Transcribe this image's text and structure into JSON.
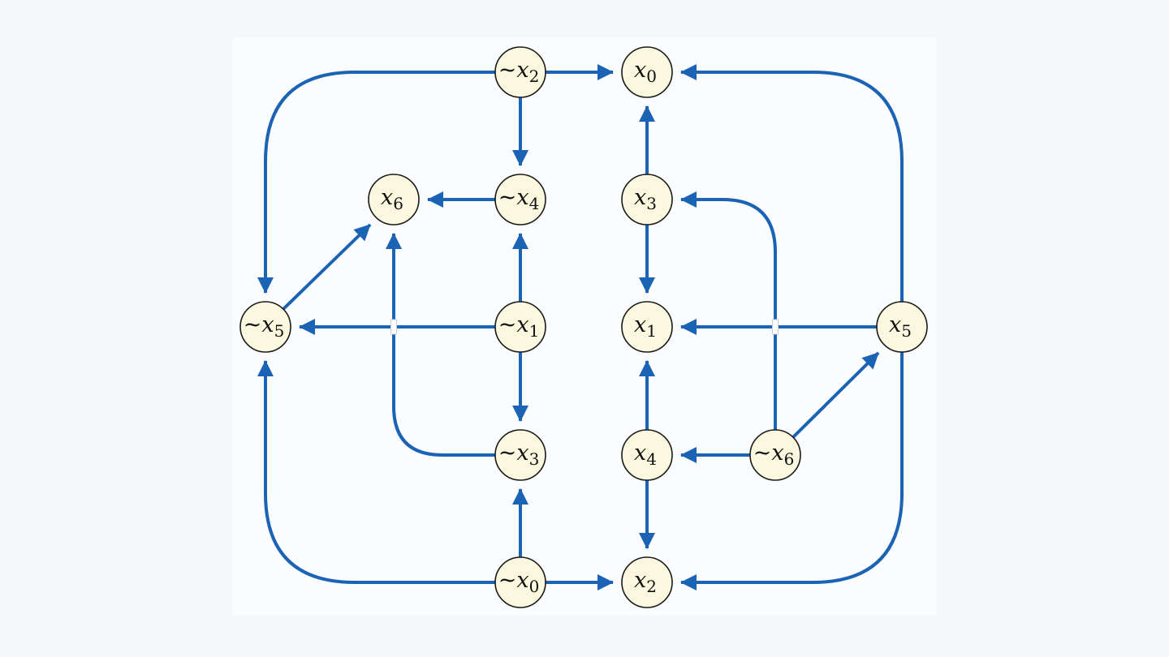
{
  "colors": {
    "edge": "#1b63b4",
    "node_fill": "#fbf8e0",
    "node_stroke": "#1a1a1a"
  },
  "nodes": [
    {
      "id": "nx2",
      "var": "x",
      "sub": "2",
      "negated": true
    },
    {
      "id": "x0",
      "var": "x",
      "sub": "0",
      "negated": false
    },
    {
      "id": "x6",
      "var": "x",
      "sub": "6",
      "negated": false
    },
    {
      "id": "nx4",
      "var": "x",
      "sub": "4",
      "negated": true
    },
    {
      "id": "x3",
      "var": "x",
      "sub": "3",
      "negated": false
    },
    {
      "id": "nx5",
      "var": "x",
      "sub": "5",
      "negated": true
    },
    {
      "id": "nx1",
      "var": "x",
      "sub": "1",
      "negated": true
    },
    {
      "id": "x1",
      "var": "x",
      "sub": "1",
      "negated": false
    },
    {
      "id": "x5",
      "var": "x",
      "sub": "5",
      "negated": false
    },
    {
      "id": "nx3",
      "var": "x",
      "sub": "3",
      "negated": true
    },
    {
      "id": "x4",
      "var": "x",
      "sub": "4",
      "negated": false
    },
    {
      "id": "nx6",
      "var": "x",
      "sub": "6",
      "negated": true
    },
    {
      "id": "nx0",
      "var": "x",
      "sub": "0",
      "negated": true
    },
    {
      "id": "x2",
      "var": "x",
      "sub": "2",
      "negated": false
    }
  ],
  "edges": [
    {
      "from": "nx2",
      "to": "x0"
    },
    {
      "from": "nx2",
      "to": "nx4"
    },
    {
      "from": "nx2",
      "to": "nx5"
    },
    {
      "from": "nx4",
      "to": "x6"
    },
    {
      "from": "nx1",
      "to": "nx4"
    },
    {
      "from": "nx1",
      "to": "nx5"
    },
    {
      "from": "nx1",
      "to": "nx3"
    },
    {
      "from": "nx5",
      "to": "x6"
    },
    {
      "from": "nx3",
      "to": "x6"
    },
    {
      "from": "nx0",
      "to": "nx3"
    },
    {
      "from": "nx0",
      "to": "x2"
    },
    {
      "from": "nx0",
      "to": "nx5"
    },
    {
      "from": "x3",
      "to": "x0"
    },
    {
      "from": "x3",
      "to": "x1"
    },
    {
      "from": "x5",
      "to": "x0"
    },
    {
      "from": "x5",
      "to": "x1"
    },
    {
      "from": "x5",
      "to": "x2"
    },
    {
      "from": "nx6",
      "to": "x3"
    },
    {
      "from": "nx6",
      "to": "x4"
    },
    {
      "from": "nx6",
      "to": "x5"
    },
    {
      "from": "x4",
      "to": "x1"
    },
    {
      "from": "x4",
      "to": "x2"
    }
  ]
}
